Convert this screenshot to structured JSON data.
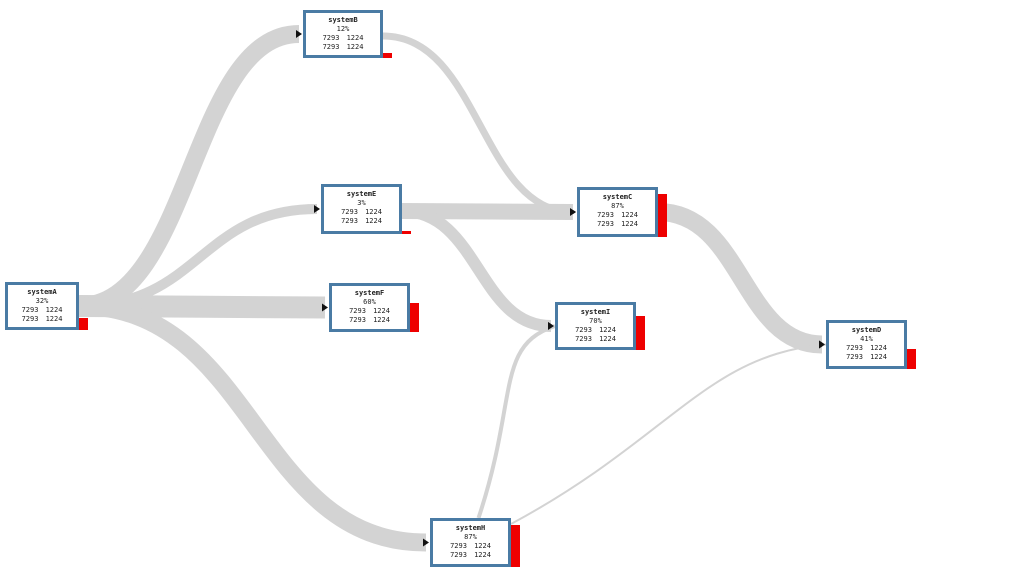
{
  "nodes": [
    {
      "id": "systemA",
      "name": "systemA",
      "percent": "32%",
      "rows": [
        [
          "7293",
          "1224"
        ],
        [
          "7293",
          "1224"
        ]
      ],
      "level": 0.25
    },
    {
      "id": "systemB",
      "name": "systemB",
      "percent": "12%",
      "rows": [
        [
          "7293",
          "1224"
        ],
        [
          "7293",
          "1224"
        ]
      ],
      "level": 0.1
    },
    {
      "id": "systemE",
      "name": "systemE",
      "percent": "3%",
      "rows": [
        [
          "7293",
          "1224"
        ],
        [
          "7293",
          "1224"
        ]
      ],
      "level": 0.05
    },
    {
      "id": "systemF",
      "name": "systemF",
      "percent": "60%",
      "rows": [
        [
          "7293",
          "1224"
        ],
        [
          "7293",
          "1224"
        ]
      ],
      "level": 0.6
    },
    {
      "id": "systemC",
      "name": "systemC",
      "percent": "87%",
      "rows": [
        [
          "7293",
          "1224"
        ],
        [
          "7293",
          "1224"
        ]
      ],
      "level": 0.85
    },
    {
      "id": "systemI",
      "name": "systemI",
      "percent": "70%",
      "rows": [
        [
          "7293",
          "1224"
        ],
        [
          "7293",
          "1224"
        ]
      ],
      "level": 0.7
    },
    {
      "id": "systemD",
      "name": "systemD",
      "percent": "41%",
      "rows": [
        [
          "7293",
          "1224"
        ],
        [
          "7293",
          "1224"
        ]
      ],
      "level": 0.4
    },
    {
      "id": "systemH",
      "name": "systemH",
      "percent": "87%",
      "rows": [
        [
          "7293",
          "1224"
        ],
        [
          "7293",
          "1224"
        ]
      ],
      "level": 0.85
    }
  ],
  "links": [
    {
      "source": "systemA",
      "target": "systemB",
      "weight": 18
    },
    {
      "source": "systemA",
      "target": "systemE",
      "weight": 10
    },
    {
      "source": "systemA",
      "target": "systemF",
      "weight": 22
    },
    {
      "source": "systemA",
      "target": "systemH",
      "weight": 18
    },
    {
      "source": "systemB",
      "target": "systemC",
      "weight": 7
    },
    {
      "source": "systemE",
      "target": "systemC",
      "weight": 16
    },
    {
      "source": "systemE",
      "target": "systemI",
      "weight": 12
    },
    {
      "source": "systemC",
      "target": "systemD",
      "weight": 18
    },
    {
      "source": "systemH",
      "target": "systemI",
      "weight": 4
    },
    {
      "source": "systemH",
      "target": "systemD",
      "weight": 2
    }
  ]
}
